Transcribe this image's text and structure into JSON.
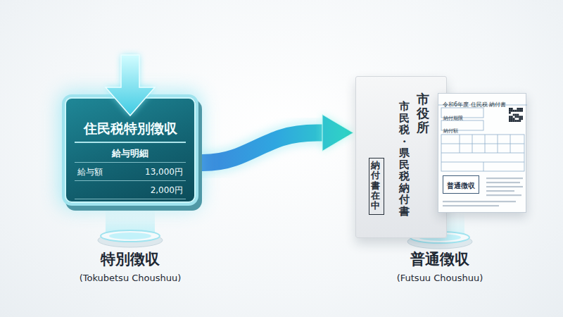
{
  "diagram": {
    "nodes": [
      {
        "text": [
          "住民税特別徴収",
          "給与明細",
          "給与額",
          "13,000円",
          "2,000円"
        ]
      },
      {
        "text": [
          "市役所",
          "市民税・県民税 納付書"
        ]
      },
      {
        "text": [
          "納付書在中"
        ],
        "in": 1
      },
      {
        "text": [
          "令和6年度 住民税 納付書",
          "納付期限",
          "納付額"
        ]
      },
      {
        "text": [
          "普通徴収"
        ],
        "in": 3
      }
    ],
    "edges": [
      {
        "from": 0,
        "to": 1,
        "arrow": "to"
      }
    ],
    "labels": [
      "特別徴収",
      "(Tokubetsu Choushuu)",
      "普通徴収",
      "(Futsuu Choushuu)"
    ]
  }
}
